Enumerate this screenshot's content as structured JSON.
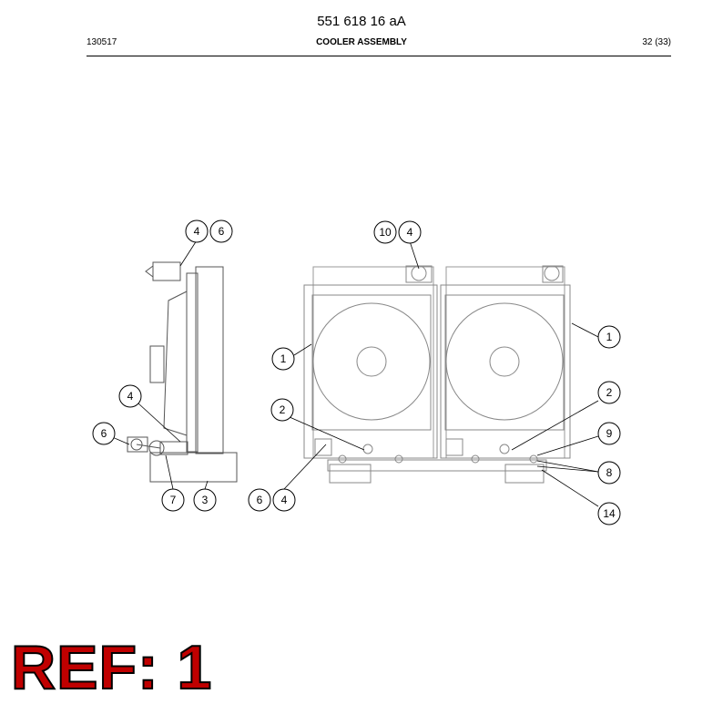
{
  "header": {
    "doc_number": "551 618 16 aA",
    "date_code": "130517",
    "section_title": "COOLER ASSEMBLY",
    "page": "32 (33)"
  },
  "callouts": [
    "4",
    "6",
    "10",
    "4",
    "1",
    "4",
    "2",
    "6",
    "1",
    "2",
    "9",
    "8",
    "7",
    "3",
    "6",
    "4",
    "14"
  ],
  "ref_label": "REF: 1",
  "colors": {
    "ref_fill": "#c00000",
    "line": "#555555",
    "light_line": "#9a9a9a"
  }
}
